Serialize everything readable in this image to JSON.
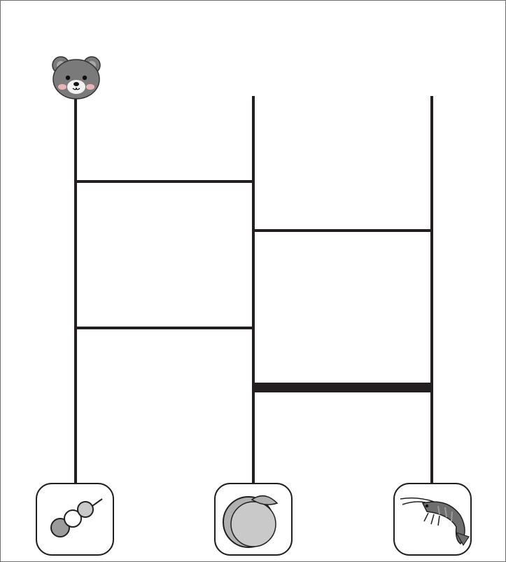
{
  "puzzle": {
    "type": "ladder-lottery",
    "start_character": "bear-face-icon",
    "columns": [
      {
        "top_item": "bear-face-icon",
        "bottom_item": "dango-skewer-icon"
      },
      {
        "top_item": "",
        "bottom_item": "peach-icon"
      },
      {
        "top_item": "",
        "bottom_item": "shrimp-icon"
      }
    ],
    "rungs": [
      {
        "between": [
          1,
          2
        ],
        "order": 1,
        "bold": false
      },
      {
        "between": [
          2,
          3
        ],
        "order": 2,
        "bold": false
      },
      {
        "between": [
          1,
          2
        ],
        "order": 3,
        "bold": false
      },
      {
        "between": [
          2,
          3
        ],
        "order": 4,
        "bold": true
      }
    ],
    "colors": {
      "line": "#231f20",
      "icon_fill": "#9b9b9b",
      "icon_fill_light": "#c9c9c9",
      "card_border": "#231f20",
      "cheek": "#e8b4b8"
    }
  }
}
